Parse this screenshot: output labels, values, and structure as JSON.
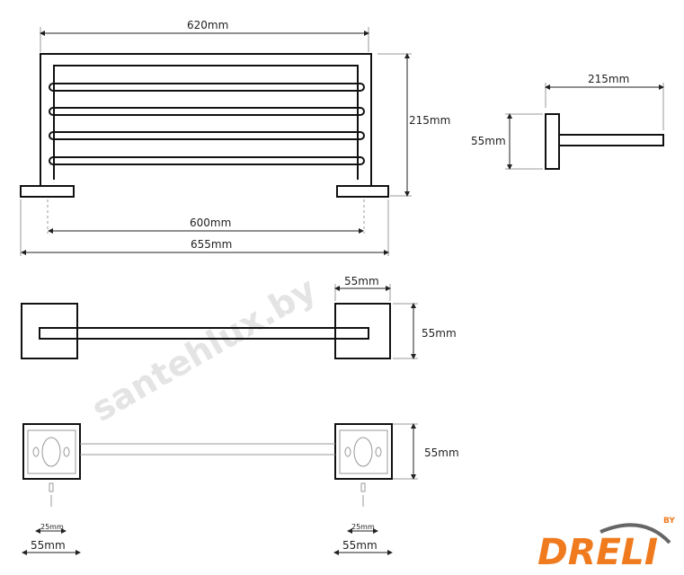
{
  "watermark": "santehlux.by",
  "front_view": {
    "width_label": "620mm",
    "height_label": "215mm",
    "inner_label": "600mm",
    "overall_label": "655mm"
  },
  "side_view": {
    "depth_label": "215mm",
    "plate_label": "55mm"
  },
  "top_view": {
    "plate_width_label": "55mm",
    "plate_height_label": "55mm"
  },
  "mount_view": {
    "plate_height_label": "55mm",
    "left_hole_label": "25mm",
    "left_plate_label": "55mm",
    "right_hole_label": "25mm",
    "right_plate_label": "55mm"
  },
  "logo": {
    "text": "DRELI",
    "suffix": "BY",
    "color": "#f07a1e"
  }
}
